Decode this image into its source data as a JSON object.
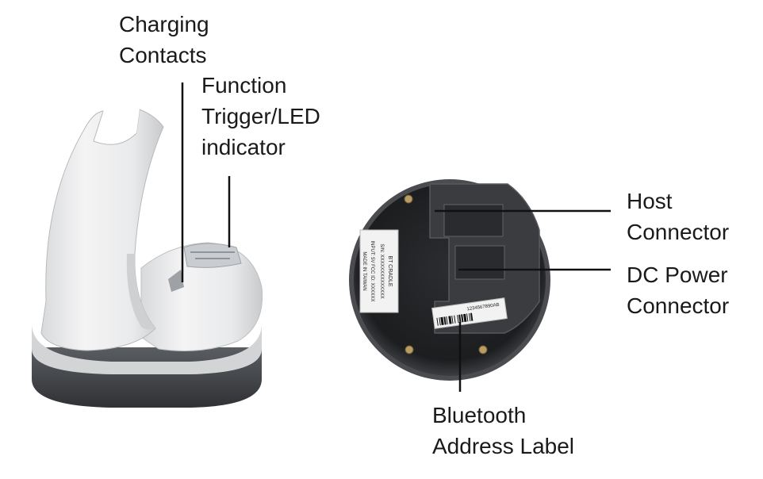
{
  "callouts": {
    "charging_contacts": [
      "Charging",
      "Contacts"
    ],
    "function_trigger": [
      "Function",
      "Trigger/LED",
      "indicator"
    ],
    "host_connector": [
      "Host",
      "Connector"
    ],
    "dc_power_connector": [
      "DC Power",
      "Connector"
    ],
    "bluetooth_label": [
      "Bluetooth",
      "Address Label"
    ]
  },
  "device_label": {
    "model": "BT CRADLE",
    "serial": "S/N: XXXXXXXXXXXXXX",
    "input": "INPUT: 5V   FCC ID: XXXXXX",
    "origin": "MADE IN TAIWAN",
    "barcode_text": "1234567890AB"
  }
}
